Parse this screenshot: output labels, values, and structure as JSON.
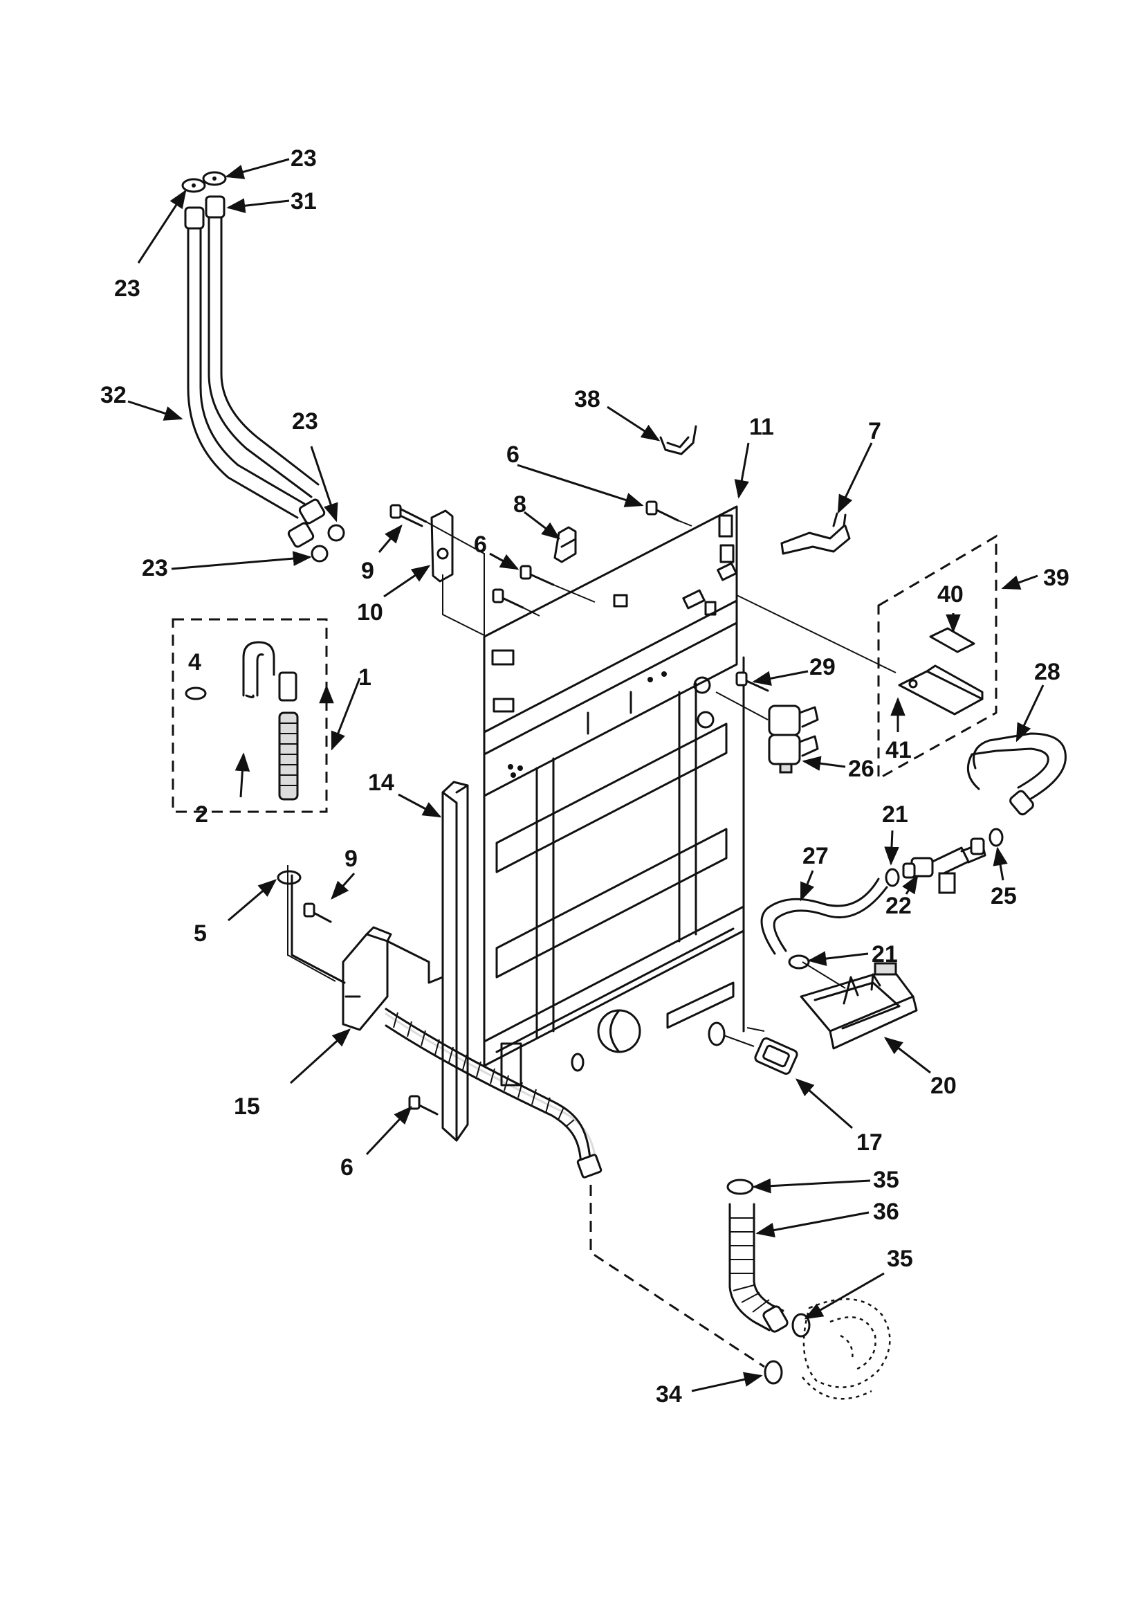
{
  "labels": {
    "l23a": "23",
    "l31": "31",
    "l23b": "23",
    "l32": "32",
    "l23c": "23",
    "l23d": "23",
    "l38": "38",
    "l11": "11",
    "l7": "7",
    "l6a": "6",
    "l8": "8",
    "l9a": "9",
    "l6b": "6",
    "l10": "10",
    "l39": "39",
    "l40": "40",
    "l4": "4",
    "l1": "1",
    "l29": "29",
    "l28": "28",
    "l41": "41",
    "l2": "2",
    "l26": "26",
    "l14": "14",
    "l21a": "21",
    "l27": "27",
    "l9b": "9",
    "l5": "5",
    "l25": "25",
    "l22": "22",
    "l21b": "21",
    "l15": "15",
    "l20": "20",
    "l6c": "6",
    "l17": "17",
    "l35a": "35",
    "l36": "36",
    "l35b": "35",
    "l34": "34"
  },
  "colors": {
    "ink": "#111111",
    "paper": "#ffffff"
  }
}
